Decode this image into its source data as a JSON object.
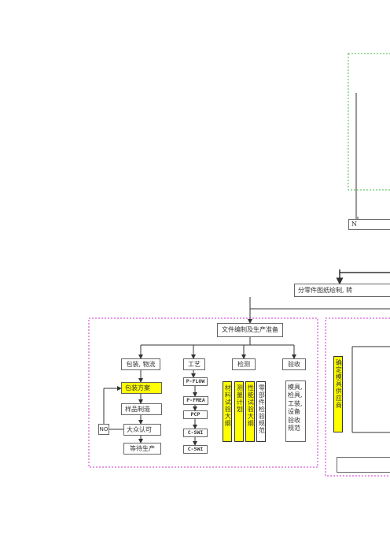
{
  "nodes": {
    "no_top": "N",
    "drawing": "分零件图纸绘制, 转",
    "doc_prep": "文件编制及生产准备",
    "pack": "包装, 物流",
    "process": "工艺",
    "inspect": "检测",
    "accept": "验收",
    "pack_plan": "包装方案",
    "sample": "样品制造",
    "mass": "大众认可",
    "wait": "等待生产",
    "no_left": "NO",
    "pflow": "P-FLOW",
    "pfmea": "P-FMEA",
    "pcp": "PCP",
    "cswi1": "C-SWI",
    "cswi2": "C-SWI",
    "material": "材料试验大纲",
    "measure": "测量计划",
    "performance": "性能试验大纲",
    "parts": "零部件检验规范",
    "molds": "模具, 检具, 工装, 设备验收规范",
    "supplier": "确定模具供应商"
  },
  "colors": {
    "highlight": "#ffff00",
    "dashed_green": "#44bb44",
    "dashed_magenta": "#cc33cc",
    "line": "#333333"
  }
}
